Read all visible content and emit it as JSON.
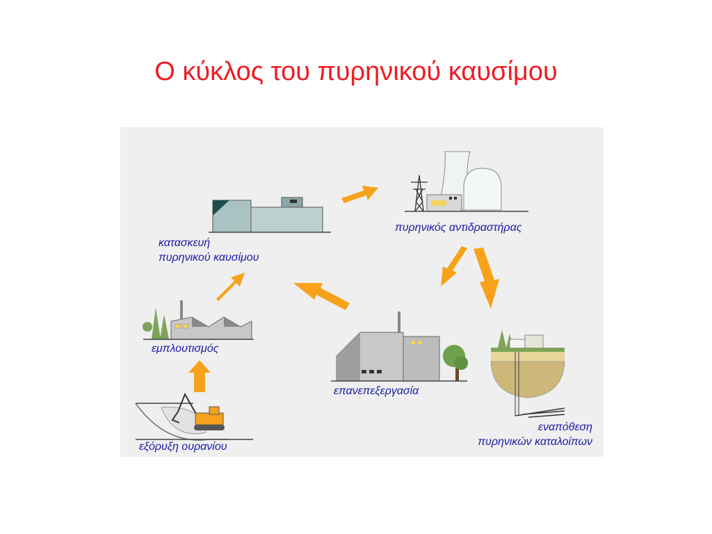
{
  "title": "Ο κύκλος του πυρηνικού καυσίμου",
  "colors": {
    "title": "#ee1c24",
    "label": "#1a1aa6",
    "arrow": "#f7a21b",
    "panel": "#efefef"
  },
  "stages": {
    "fabrication": {
      "line1": "κατασκευή",
      "line2": "πυρηνικού καυσίμου"
    },
    "reactor": {
      "label": "πυρηνικός αντιδραστήρας"
    },
    "enrichment": {
      "label": "εμπλουτισμός"
    },
    "reprocessing": {
      "label": "επανεπεξεργασία"
    },
    "mining": {
      "label": "εξόρυξη ουρανίου"
    },
    "disposal": {
      "line1": "εναπόθεση",
      "line2": "πυρηνικών καταλοίπων"
    }
  },
  "flow": [
    {
      "from": "mining",
      "to": "enrichment"
    },
    {
      "from": "enrichment",
      "to": "fabrication"
    },
    {
      "from": "fabrication",
      "to": "reactor"
    },
    {
      "from": "reactor",
      "to": "reprocessing"
    },
    {
      "from": "reactor",
      "to": "disposal"
    },
    {
      "from": "reprocessing",
      "to": "fabrication"
    }
  ]
}
